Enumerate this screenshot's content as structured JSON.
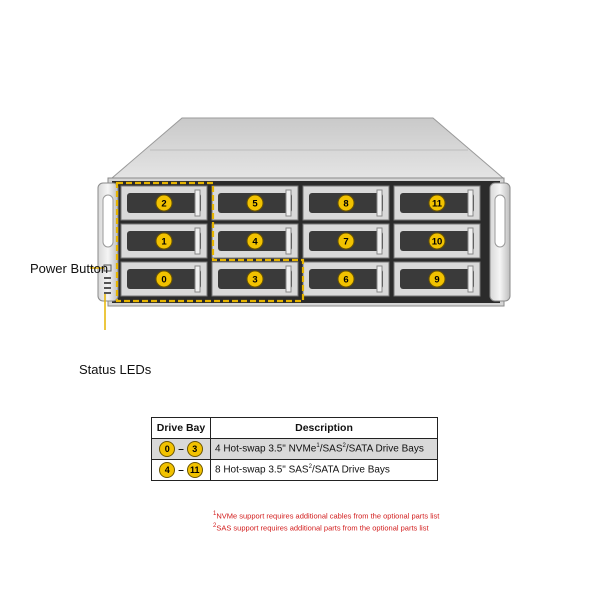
{
  "labels": {
    "power_button": "Power Button",
    "status_leds": "Status LEDs"
  },
  "drive_bays": [
    {
      "row": 0,
      "col": 0,
      "label": "2"
    },
    {
      "row": 0,
      "col": 1,
      "label": "5"
    },
    {
      "row": 0,
      "col": 2,
      "label": "8"
    },
    {
      "row": 0,
      "col": 3,
      "label": "11"
    },
    {
      "row": 1,
      "col": 0,
      "label": "1"
    },
    {
      "row": 1,
      "col": 1,
      "label": "4"
    },
    {
      "row": 1,
      "col": 2,
      "label": "7"
    },
    {
      "row": 1,
      "col": 3,
      "label": "10"
    },
    {
      "row": 2,
      "col": 0,
      "label": "0"
    },
    {
      "row": 2,
      "col": 1,
      "label": "3"
    },
    {
      "row": 2,
      "col": 2,
      "label": "6"
    },
    {
      "row": 2,
      "col": 3,
      "label": "9"
    }
  ],
  "table": {
    "header_bay": "Drive Bay",
    "header_desc": "Description",
    "rows": [
      {
        "from": "0",
        "dash": "–",
        "to": "3",
        "desc_a": "4 Hot-swap 3.5\" NVMe",
        "sup1": "1",
        "desc_b": "/SAS",
        "sup2": "2",
        "desc_c": "/SATA Drive Bays"
      },
      {
        "from": "4",
        "dash": "–",
        "to": "11",
        "desc_a": "8 Hot-swap 3.5\" SAS",
        "sup1": "2",
        "desc_b": "/SATA Drive Bays"
      }
    ]
  },
  "notes": {
    "n1_sup": "1",
    "n1": "NVMe support requires additional cables from the optional parts list",
    "n2_sup": "2",
    "n2": "SAS support requires additional parts from the optional parts list"
  },
  "colors": {
    "accent_yellow": "#f2c200",
    "note_red": "#d21c1c",
    "highlight_border": "#e6b400"
  }
}
